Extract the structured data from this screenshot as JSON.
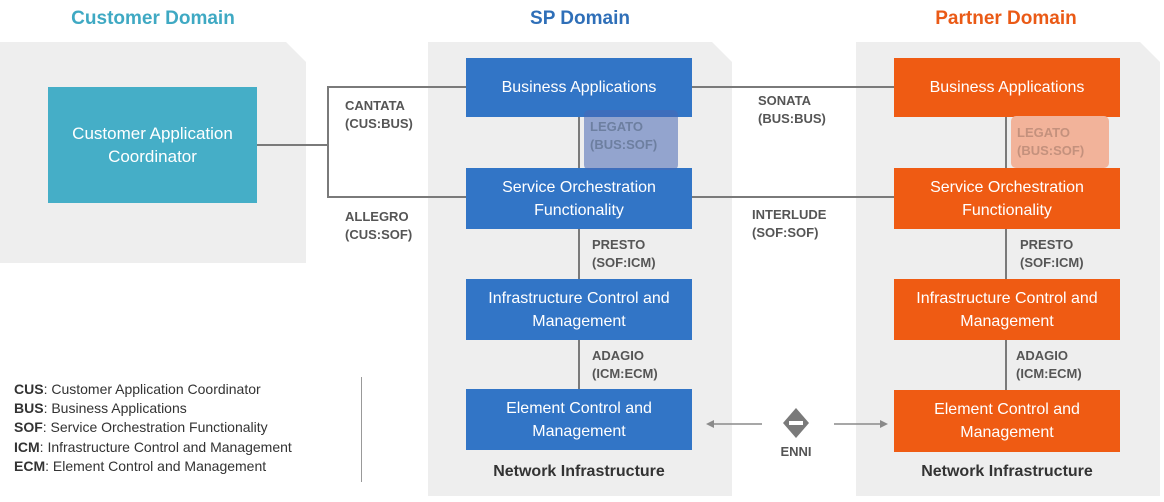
{
  "domains": {
    "customer": "Customer Domain",
    "sp": "SP Domain",
    "partner": "Partner Domain"
  },
  "customer_box": "Customer Application Coordinator",
  "sp_boxes": {
    "bus": "Business Applications",
    "sof": "Service Orchestration Functionality",
    "icm": "Infrastructure Control and Management",
    "ecm": "Element Control and Management"
  },
  "partner_boxes": {
    "bus": "Business Applications",
    "sof": "Service Orchestration Functionality",
    "icm": "Infrastructure Control and Management",
    "ecm": "Element Control and Management"
  },
  "interfaces": {
    "cantata": [
      "CANTATA",
      "(CUS:BUS)"
    ],
    "allegro": [
      "ALLEGRO",
      "(CUS:SOF)"
    ],
    "sonata": [
      "SONATA",
      "(BUS:BUS)"
    ],
    "interlude": [
      "INTERLUDE",
      "(SOF:SOF)"
    ],
    "legato_sp": [
      "LEGATO",
      "(BUS:SOF)"
    ],
    "legato_partner": [
      "LEGATO",
      "(BUS:SOF)"
    ],
    "presto_sp": [
      "PRESTO",
      "(SOF:ICM)"
    ],
    "presto_partner": [
      "PRESTO",
      "(SOF:ICM)"
    ],
    "adagio_sp": [
      "ADAGIO",
      "(ICM:ECM)"
    ],
    "adagio_partner": [
      "ADAGIO",
      "(ICM:ECM)"
    ],
    "enni": "ENNI"
  },
  "footers": {
    "sp": "Network Infrastructure",
    "partner": "Network Infrastructure"
  },
  "legend": [
    {
      "abbr": "CUS",
      "desc": ": Customer Application Coordinator"
    },
    {
      "abbr": "BUS",
      "desc": ": Business Applications"
    },
    {
      "abbr": "SOF",
      "desc": ": Service Orchestration Functionality"
    },
    {
      "abbr": "ICM",
      "desc": ": Infrastructure Control and Management"
    },
    {
      "abbr": "ECM",
      "desc": ": Element Control and Management"
    }
  ],
  "colors": {
    "customer": "#45aec7",
    "sp": "#3275c6",
    "partner": "#ef5b13",
    "panel": "#eeeeee",
    "connector": "#7a7a7a"
  },
  "icons": {
    "enni": "enni-diamond-icon"
  }
}
